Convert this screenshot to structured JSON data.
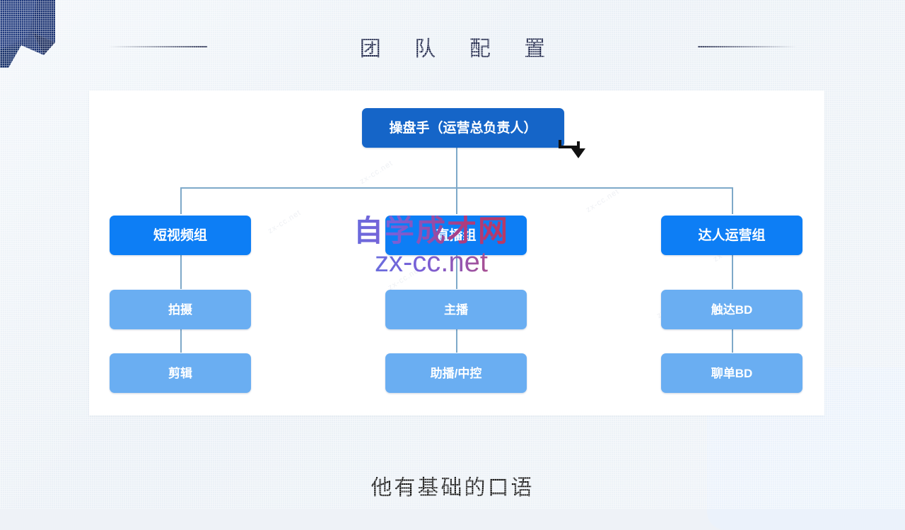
{
  "slide": {
    "title": "团 队 配 置",
    "caption": "他有基础的口语",
    "background_color": "#eef2f7",
    "card_color": "#ffffff",
    "title_color": "#1b2347",
    "ribbon_color": "#1b3372"
  },
  "chart_data": {
    "type": "diagram",
    "title": "团 队 配 置",
    "diagram_kind": "org-chart",
    "colors": {
      "root": "#1565c8",
      "group": "#0d7ef5",
      "leaf": "#6aaef2",
      "connector": "#7ea9c9",
      "node_text": "#ffffff"
    },
    "root": {
      "label": "操盘手（运营总负责人）"
    },
    "branches": [
      {
        "label": "短视频组",
        "children": [
          {
            "label": "拍摄"
          },
          {
            "label": "剪辑"
          }
        ]
      },
      {
        "label": "直播组",
        "children": [
          {
            "label": "主播"
          },
          {
            "label": "助播/中控"
          }
        ]
      },
      {
        "label": "达人运营组",
        "children": [
          {
            "label": "触达BD"
          },
          {
            "label": "聊单BD"
          }
        ]
      }
    ]
  },
  "annotation": {
    "arrow": "down-arrow-pointer"
  },
  "watermark": {
    "line1": "自学成才网",
    "line2": "zx-cc.net",
    "ghost": "zx-cc.net"
  }
}
